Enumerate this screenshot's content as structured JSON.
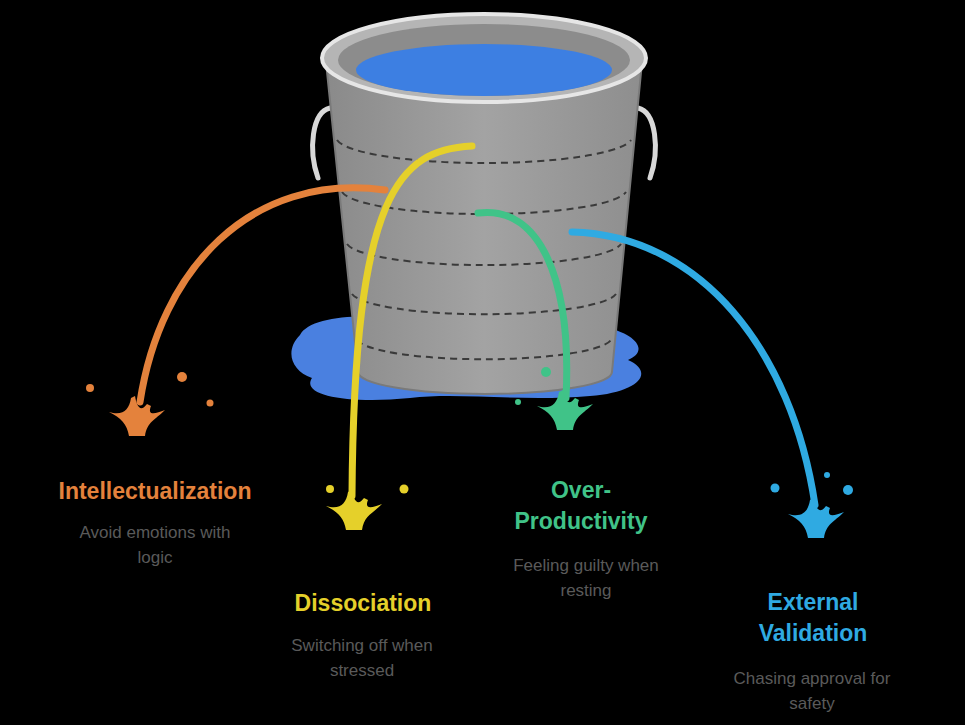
{
  "diagram": {
    "labels": [
      "Intellectualization",
      "Avoid emotions with logic",
      "Dissociation",
      "Switching off when stressed",
      "Over-Productivity",
      "Feeling guilty when resting",
      "External Validation",
      "Chasing approval for safety"
    ]
  }
}
